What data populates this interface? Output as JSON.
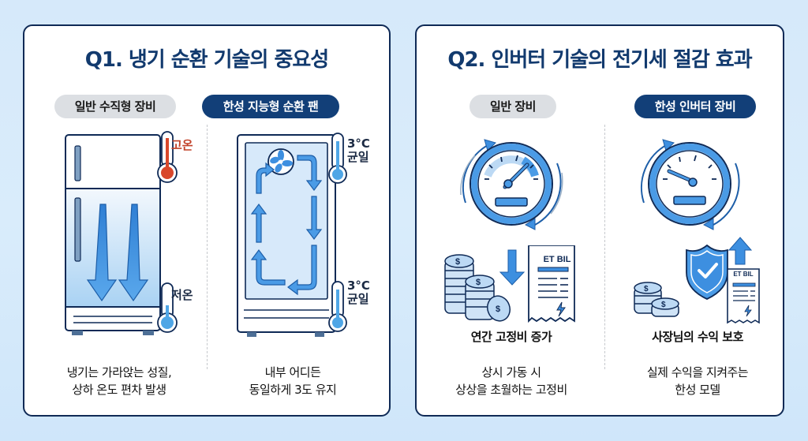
{
  "q1": {
    "title": "Q1. 냉기 순환 기술의 중요성",
    "left": {
      "pill": "일반 수직형 장비",
      "hot_label": "고온",
      "cold_label": "저온",
      "desc_line1": "냉기는 가라앉는 성질,",
      "desc_line2": "상하 온도 편차 발생"
    },
    "right": {
      "pill": "한성 지능형 순환 팬",
      "top_temp": "3°C",
      "top_label": "균일",
      "bottom_temp": "3°C",
      "bottom_label": "균일",
      "desc_line1": "내부 어디든",
      "desc_line2": "동일하게 3도 유지"
    }
  },
  "q2": {
    "title": "Q2. 인버터 기술의 전기세 절감 효과",
    "left": {
      "pill": "일반 장비",
      "bill_text": "ET BIL",
      "caption": "연간 고정비 증가",
      "desc_line1": "상시 가동 시",
      "desc_line2": "상상을 초월하는 고정비"
    },
    "right": {
      "pill": "한성 인버터 장비",
      "bill_text": "ET BIL",
      "caption": "사장님의 수익 보호",
      "desc_line1": "실제 수익을 지켜주는",
      "desc_line2": "한성 모델"
    }
  },
  "colors": {
    "navy": "#123f78",
    "title": "#123a6e",
    "accent_blue": "#3d8fe0",
    "hot_red": "#d9472b",
    "pill_gray": "#dcdfe3",
    "background": "#d6e9fa"
  }
}
